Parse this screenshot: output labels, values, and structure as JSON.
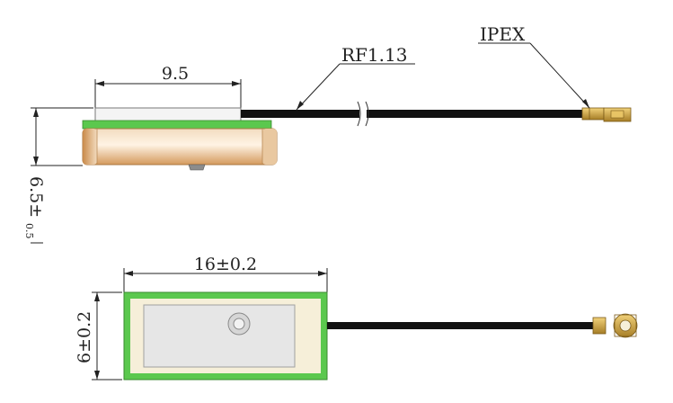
{
  "side_view": {
    "width_label": "9.5",
    "cable_label": "RF1.13",
    "connector_label": "IPEX",
    "height_label": "6.5±",
    "height_tolerance": "0.5"
  },
  "top_view": {
    "length_label": "16±0.2",
    "width_label": "6±0.2"
  },
  "colors": {
    "pcb_green": "#5bc84e",
    "ceramic": "#e4e4e4",
    "patch_body": "#d9a66c",
    "cable": "#111111",
    "connector_gold": "#c9a23f"
  }
}
